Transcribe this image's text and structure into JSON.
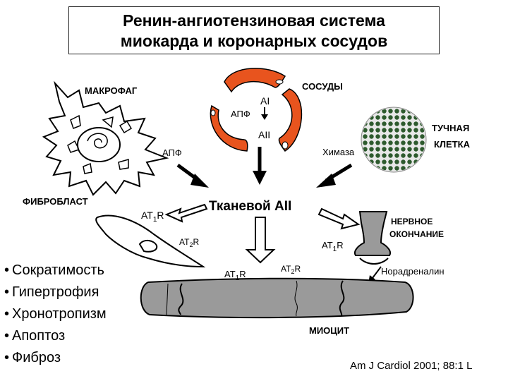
{
  "title": {
    "line1": "Ренин-ангиотензиновая система",
    "line2": "миокарда и коронарных сосудов"
  },
  "labels": {
    "macrophage": "МАКРОФАГ",
    "vessels": "СОСУДЫ",
    "ai": "AI",
    "ace_center": "АПФ",
    "aii_center": "AII",
    "ace_macrophage": "АПФ",
    "mast_cell_line1": "ТУЧНАЯ",
    "mast_cell_line2": "КЛЕТКА",
    "chymase": "Химаза",
    "fibroblast": "ФИБРОБЛАСТ",
    "tissue_aii": "Тканевой AII",
    "at1r_fibroblast": "AT",
    "at1r_fibroblast_sub": "1",
    "at1r_fibroblast_end": "R",
    "at2r_fibroblast": "AT",
    "at2r_fibroblast_sub": "2",
    "at2r_fibroblast_end": "R",
    "at1r_nerve": "AT",
    "at1r_nerve_sub": "1",
    "at1r_nerve_end": "R",
    "nerve_line1": "НЕРВНОЕ",
    "nerve_line2": "ОКОНЧАНИЕ",
    "at1r_myocyte": "AT",
    "at1r_myocyte_sub": "1",
    "at1r_myocyte_end": "R",
    "at2r_myocyte": "AT",
    "at2r_myocyte_sub": "2",
    "at2r_myocyte_end": "R",
    "norepinephrine": "Норадреналин",
    "myocyte": "МИОЦИТ"
  },
  "effects": [
    "Сократимость",
    "Гипертрофия",
    "Хронотропизм",
    "Апоптоз",
    "Фиброз"
  ],
  "citation": "Am J Cardiol 2001; 88:1 L",
  "colors": {
    "vessel_orange": "#e8541e",
    "mast_dots": "#2d5a2d",
    "myocyte_gray": "#9a9a9a",
    "cell_gray": "#a8a8a8",
    "arrow_fill": "#ffffff"
  }
}
